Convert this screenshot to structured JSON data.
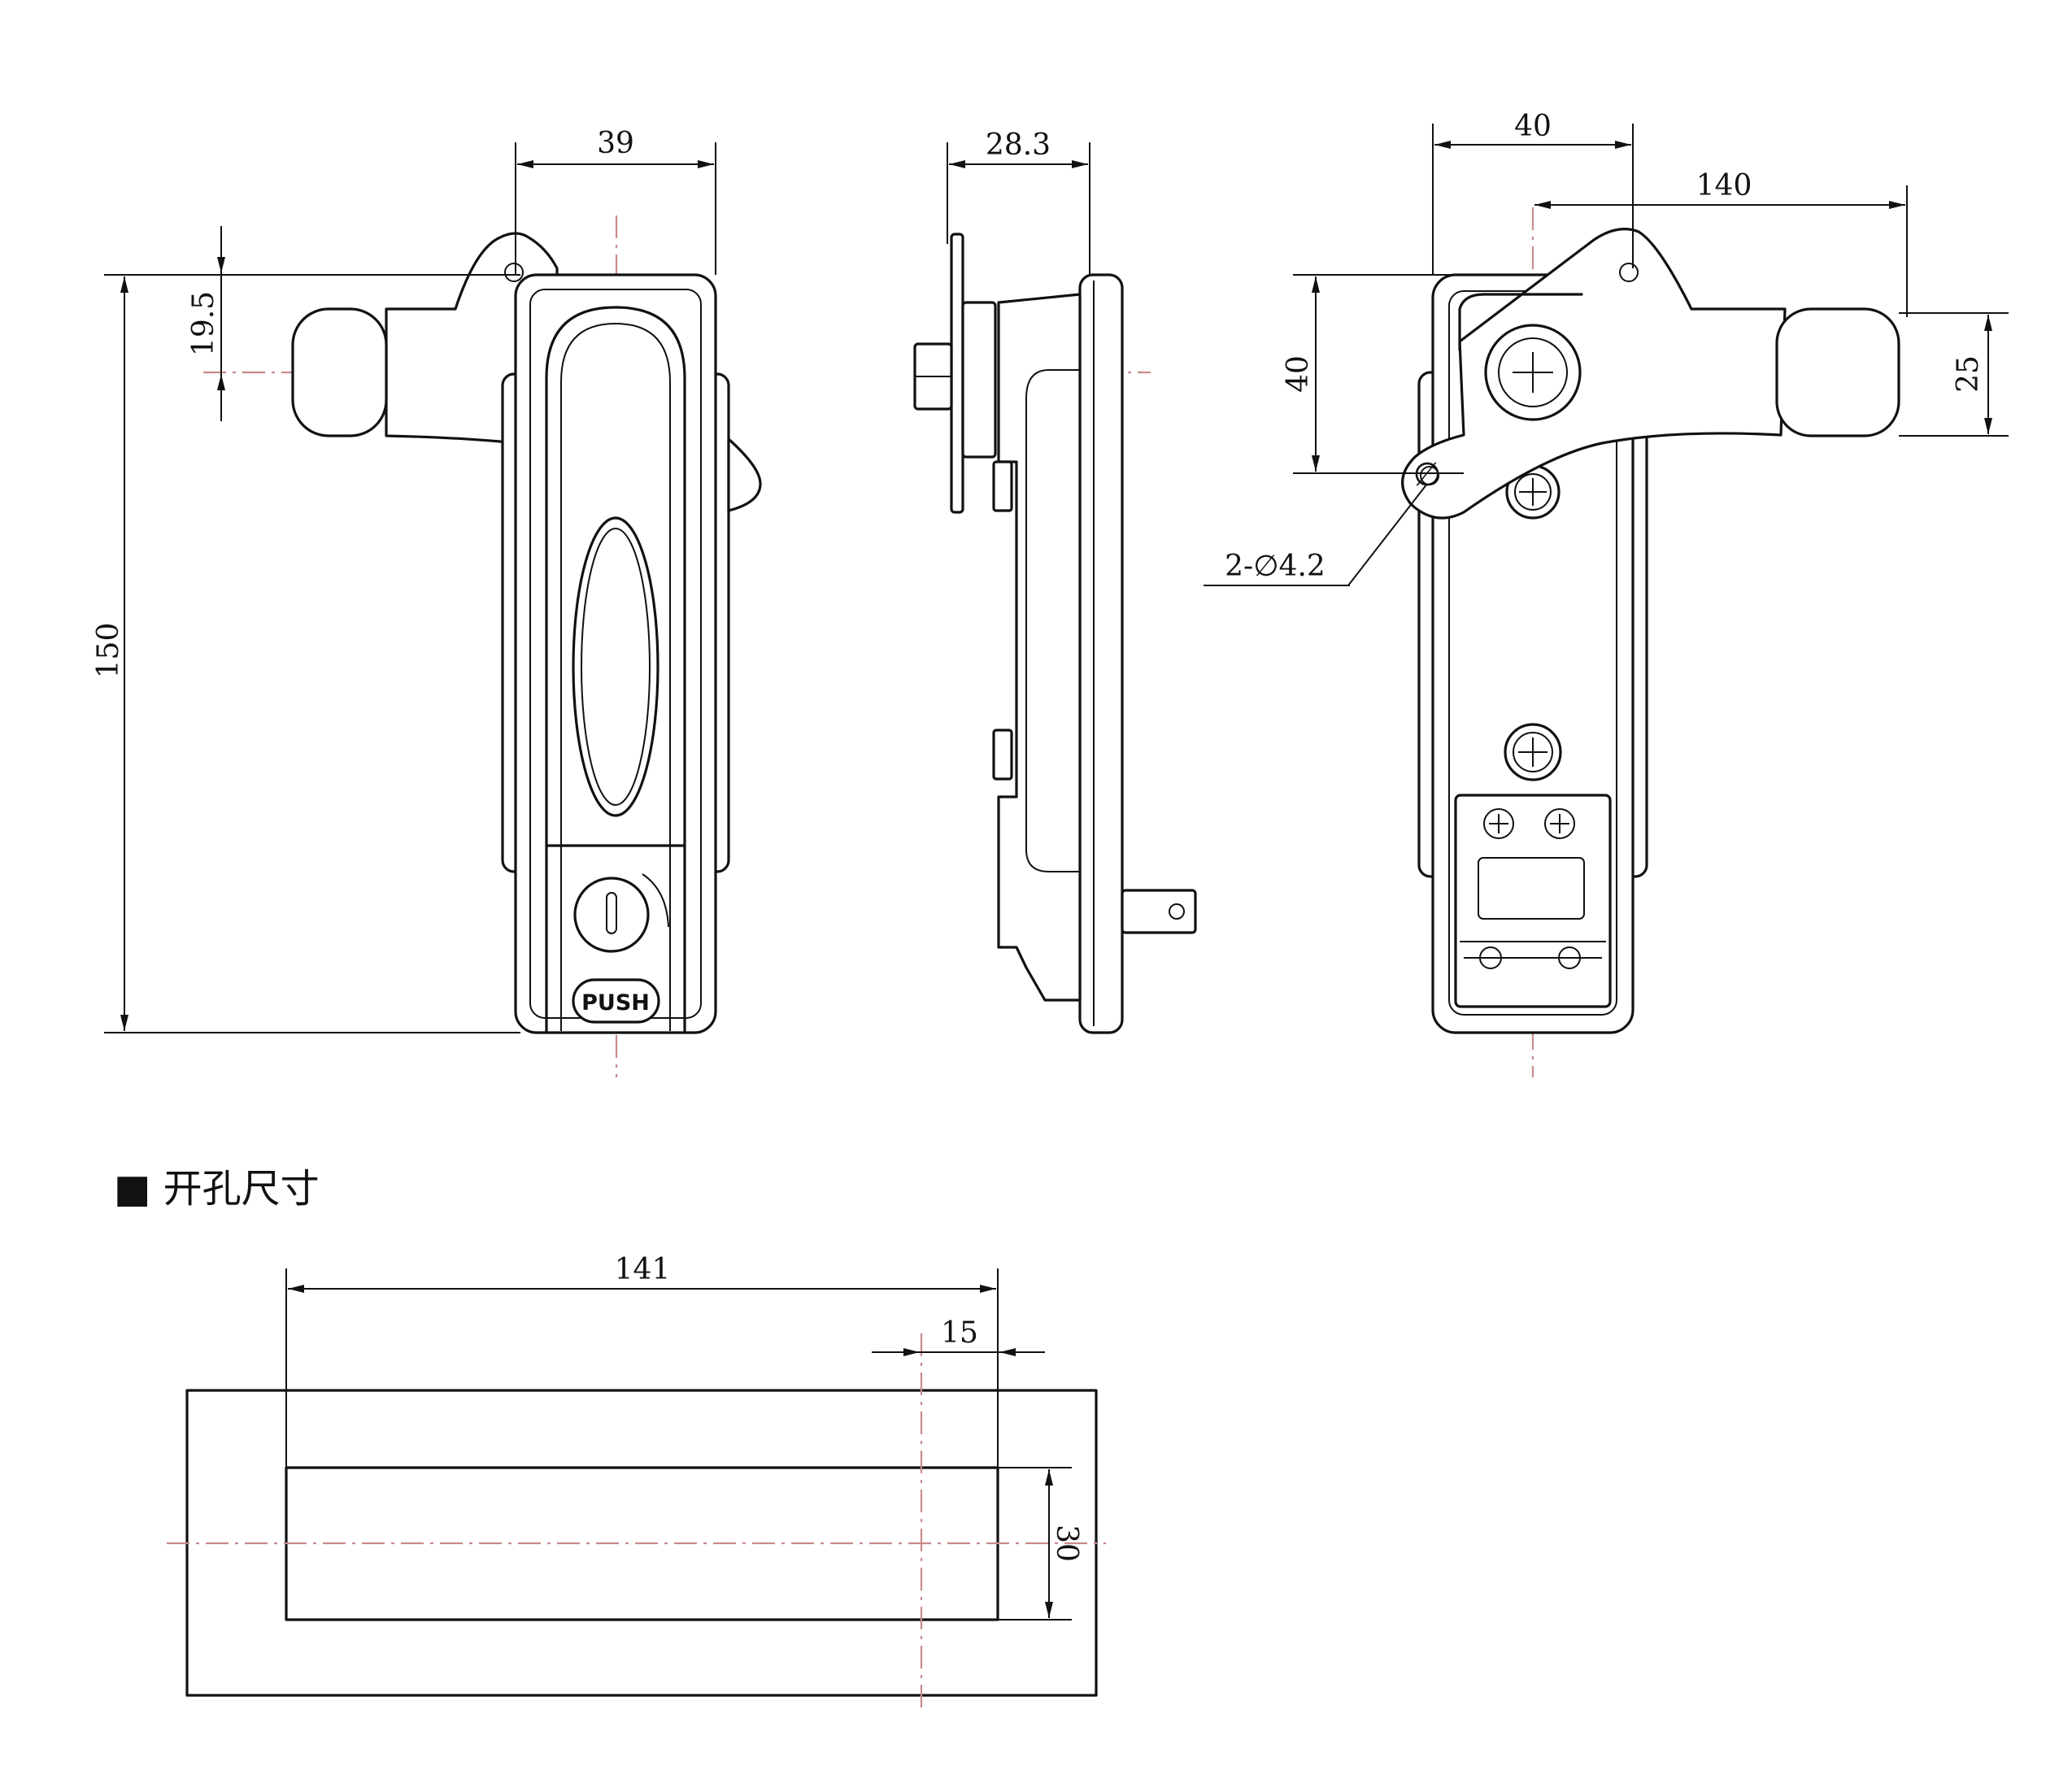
{
  "section_heading": "■ 开孔尺寸",
  "front_view": {
    "dim_width": "39",
    "dim_height": "150",
    "dim_pivot_offset": "19.5",
    "button_label": "PUSH"
  },
  "side_view": {
    "dim_depth": "28.3"
  },
  "back_view": {
    "dim_top_width": "40",
    "dim_handle_reach": "140",
    "dim_vertical": "40",
    "dim_handle_height": "25",
    "hole_callout": "2-∅4.2",
    "hole_symbol": "∅"
  },
  "cutout": {
    "dim_length": "141",
    "dim_offset": "15",
    "dim_height": "30"
  },
  "colors": {
    "line": "#111111",
    "centerline": "#c98a8a",
    "background": "#ffffff"
  }
}
